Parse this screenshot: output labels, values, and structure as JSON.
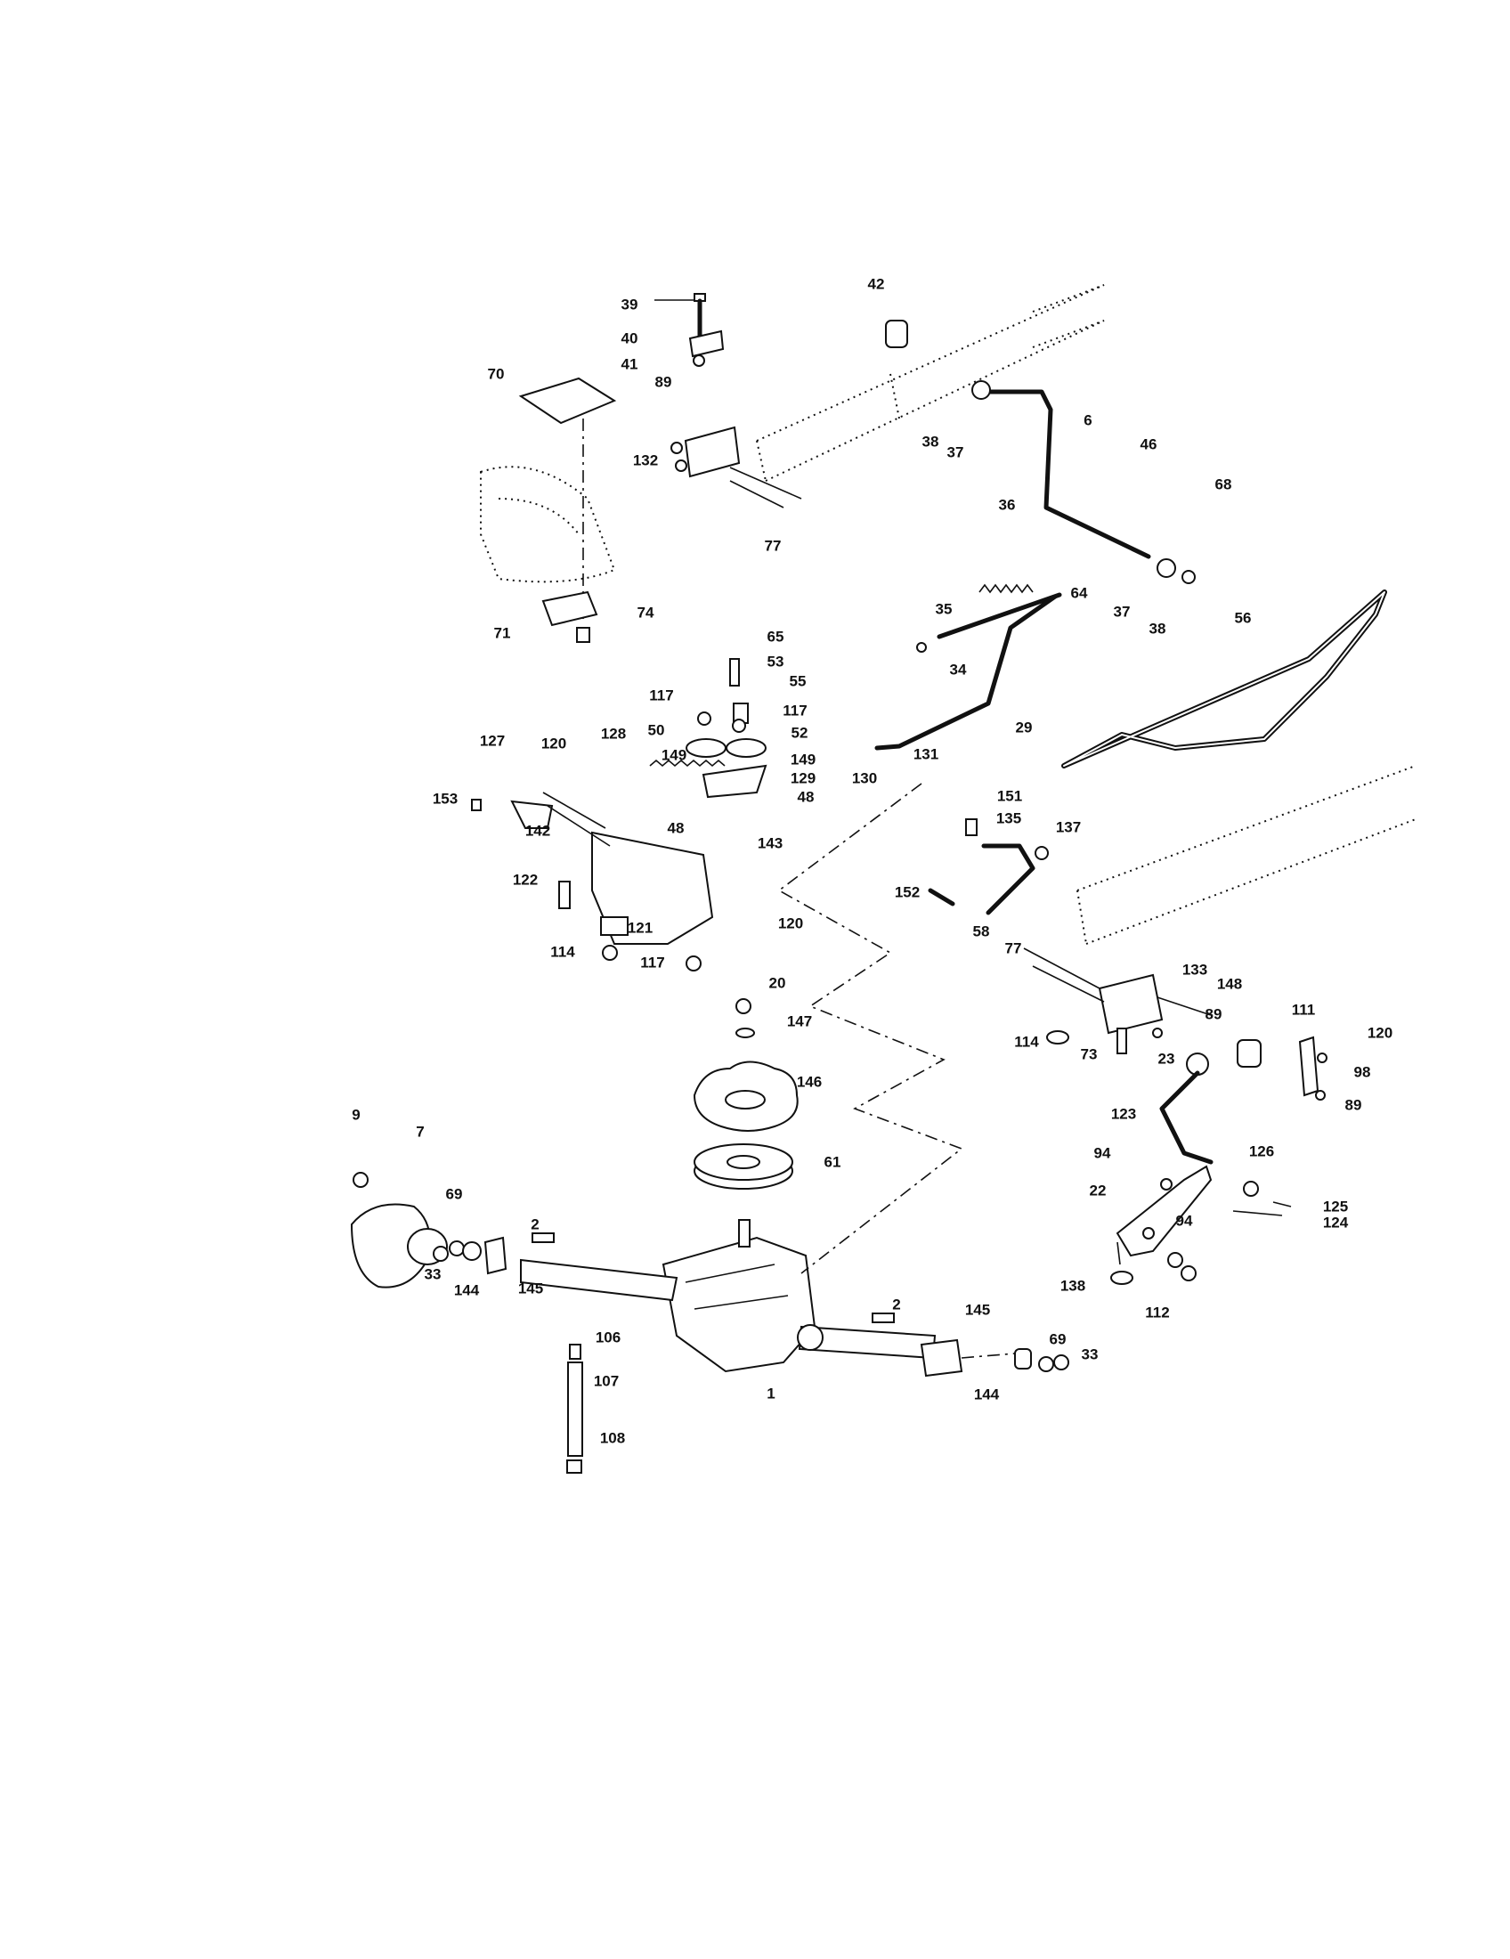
{
  "callouts": [
    {
      "id": "c39",
      "label": "39"
    },
    {
      "id": "c40",
      "label": "40"
    },
    {
      "id": "c41",
      "label": "41"
    },
    {
      "id": "c42",
      "label": "42"
    },
    {
      "id": "c70",
      "label": "70"
    },
    {
      "id": "c89a",
      "label": "89"
    },
    {
      "id": "c132",
      "label": "132"
    },
    {
      "id": "c77a",
      "label": "77"
    },
    {
      "id": "c38a",
      "label": "38"
    },
    {
      "id": "c37a",
      "label": "37"
    },
    {
      "id": "c6",
      "label": "6"
    },
    {
      "id": "c46",
      "label": "46"
    },
    {
      "id": "c68",
      "label": "68"
    },
    {
      "id": "c36",
      "label": "36"
    },
    {
      "id": "c64",
      "label": "64"
    },
    {
      "id": "c37b",
      "label": "37"
    },
    {
      "id": "c38b",
      "label": "38"
    },
    {
      "id": "c56",
      "label": "56"
    },
    {
      "id": "c35",
      "label": "35"
    },
    {
      "id": "c34",
      "label": "34"
    },
    {
      "id": "c29",
      "label": "29"
    },
    {
      "id": "c71",
      "label": "71"
    },
    {
      "id": "c74",
      "label": "74"
    },
    {
      "id": "c65",
      "label": "65"
    },
    {
      "id": "c53",
      "label": "53"
    },
    {
      "id": "c55",
      "label": "55"
    },
    {
      "id": "c117a",
      "label": "117"
    },
    {
      "id": "c117b",
      "label": "117"
    },
    {
      "id": "c50",
      "label": "50"
    },
    {
      "id": "c52",
      "label": "52"
    },
    {
      "id": "c127",
      "label": "127"
    },
    {
      "id": "c120a",
      "label": "120"
    },
    {
      "id": "c128",
      "label": "128"
    },
    {
      "id": "c149a",
      "label": "149"
    },
    {
      "id": "c149b",
      "label": "149"
    },
    {
      "id": "c129",
      "label": "129"
    },
    {
      "id": "c48a",
      "label": "48"
    },
    {
      "id": "c48b",
      "label": "48"
    },
    {
      "id": "c153",
      "label": "153"
    },
    {
      "id": "c142",
      "label": "142"
    },
    {
      "id": "c143",
      "label": "143"
    },
    {
      "id": "c122",
      "label": "122"
    },
    {
      "id": "c120b",
      "label": "120"
    },
    {
      "id": "c121",
      "label": "121"
    },
    {
      "id": "c114a",
      "label": "114"
    },
    {
      "id": "c117c",
      "label": "117"
    },
    {
      "id": "c130",
      "label": "130"
    },
    {
      "id": "c131",
      "label": "131"
    },
    {
      "id": "c151",
      "label": "151"
    },
    {
      "id": "c135",
      "label": "135"
    },
    {
      "id": "c137",
      "label": "137"
    },
    {
      "id": "c152",
      "label": "152"
    },
    {
      "id": "c58",
      "label": "58"
    },
    {
      "id": "c77b",
      "label": "77"
    },
    {
      "id": "c133",
      "label": "133"
    },
    {
      "id": "c148",
      "label": "148"
    },
    {
      "id": "c89b",
      "label": "89"
    },
    {
      "id": "c111",
      "label": "111"
    },
    {
      "id": "c114b",
      "label": "114"
    },
    {
      "id": "c73",
      "label": "73"
    },
    {
      "id": "c23",
      "label": "23"
    },
    {
      "id": "c120c",
      "label": "120"
    },
    {
      "id": "c98",
      "label": "98"
    },
    {
      "id": "c89c",
      "label": "89"
    },
    {
      "id": "c20",
      "label": "20"
    },
    {
      "id": "c147",
      "label": "147"
    },
    {
      "id": "c146",
      "label": "146"
    },
    {
      "id": "c123",
      "label": "123"
    },
    {
      "id": "c9",
      "label": "9"
    },
    {
      "id": "c7",
      "label": "7"
    },
    {
      "id": "c94a",
      "label": "94"
    },
    {
      "id": "c126",
      "label": "126"
    },
    {
      "id": "c61",
      "label": "61"
    },
    {
      "id": "c69a",
      "label": "69"
    },
    {
      "id": "c2a",
      "label": "2"
    },
    {
      "id": "c22",
      "label": "22"
    },
    {
      "id": "c125",
      "label": "125"
    },
    {
      "id": "c124",
      "label": "124"
    },
    {
      "id": "c94b",
      "label": "94"
    },
    {
      "id": "c33a",
      "label": "33"
    },
    {
      "id": "c144a",
      "label": "144"
    },
    {
      "id": "c145a",
      "label": "145"
    },
    {
      "id": "c138",
      "label": "138"
    },
    {
      "id": "c112",
      "label": "112"
    },
    {
      "id": "c2b",
      "label": "2"
    },
    {
      "id": "c145b",
      "label": "145"
    },
    {
      "id": "c106",
      "label": "106"
    },
    {
      "id": "c69b",
      "label": "69"
    },
    {
      "id": "c33b",
      "label": "33"
    },
    {
      "id": "c107",
      "label": "107"
    },
    {
      "id": "c1",
      "label": "1"
    },
    {
      "id": "c144b",
      "label": "144"
    },
    {
      "id": "c108",
      "label": "108"
    }
  ]
}
